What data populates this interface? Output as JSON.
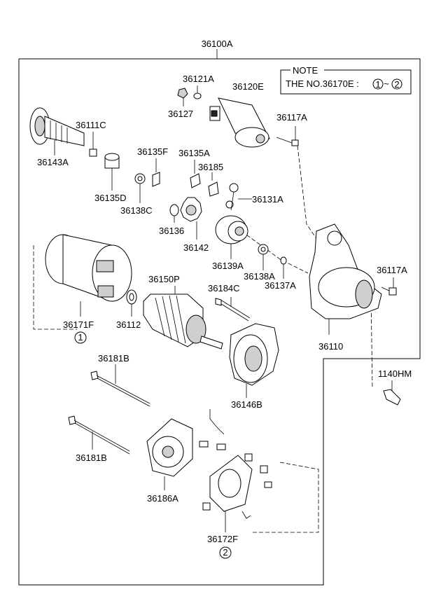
{
  "assembly_label": "36100A",
  "note": {
    "title": "NOTE",
    "text_prefix": "THE NO.36170E :",
    "circle_a": "1",
    "range_sep": "~",
    "circle_b": "2"
  },
  "parts": {
    "p36121A": "36121A",
    "p36120E": "36120E",
    "p36127": "36127",
    "p36117A_top": "36117A",
    "p36111C": "36111C",
    "p36143A": "36143A",
    "p36135F": "36135F",
    "p36135A": "36135A",
    "p36185": "36185",
    "p36135D": "36135D",
    "p36138C": "36138C",
    "p36131A": "36131A",
    "p36136": "36136",
    "p36142": "36142",
    "p36139A": "36139A",
    "p36138A": "36138A",
    "p36137A": "36137A",
    "p36117A_right": "36117A",
    "p36150P": "36150P",
    "p36184C": "36184C",
    "p36171F": "36171F",
    "p36112": "36112",
    "p36110": "36110",
    "p36181B_top": "36181B",
    "p1140HM": "1140HM",
    "p36146B": "36146B",
    "p36181B_bottom": "36181B",
    "p36186A": "36186A",
    "p36172F": "36172F"
  },
  "circle_markers": {
    "m1": "1",
    "m2": "2"
  }
}
